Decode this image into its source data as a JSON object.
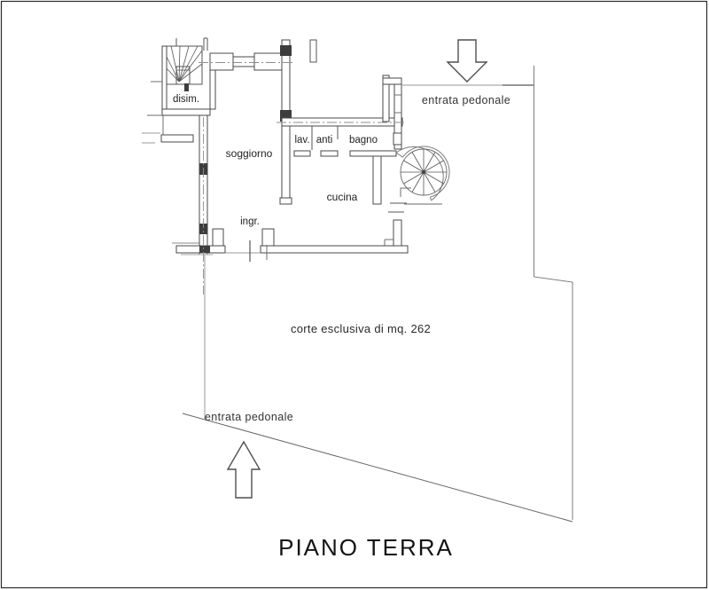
{
  "plan": {
    "title": "PIANO TERRA",
    "rooms": {
      "disim": "disim.",
      "soggiorno": "soggiorno",
      "lav": "lav.",
      "anti": "anti",
      "bagno": "bagno",
      "cucina": "cucina",
      "ingr": "ingr."
    },
    "annotations": {
      "entrance_top": "entrata pedonale",
      "courtyard": "corte esclusiva di mq. 262",
      "entrance_bottom": "entrata pedonale"
    },
    "colors": {
      "background": "#ffffff",
      "wall_line": "#4a4a4a",
      "thin_line": "#999999",
      "centerline": "#8e8e8e",
      "text": "#222222"
    }
  }
}
